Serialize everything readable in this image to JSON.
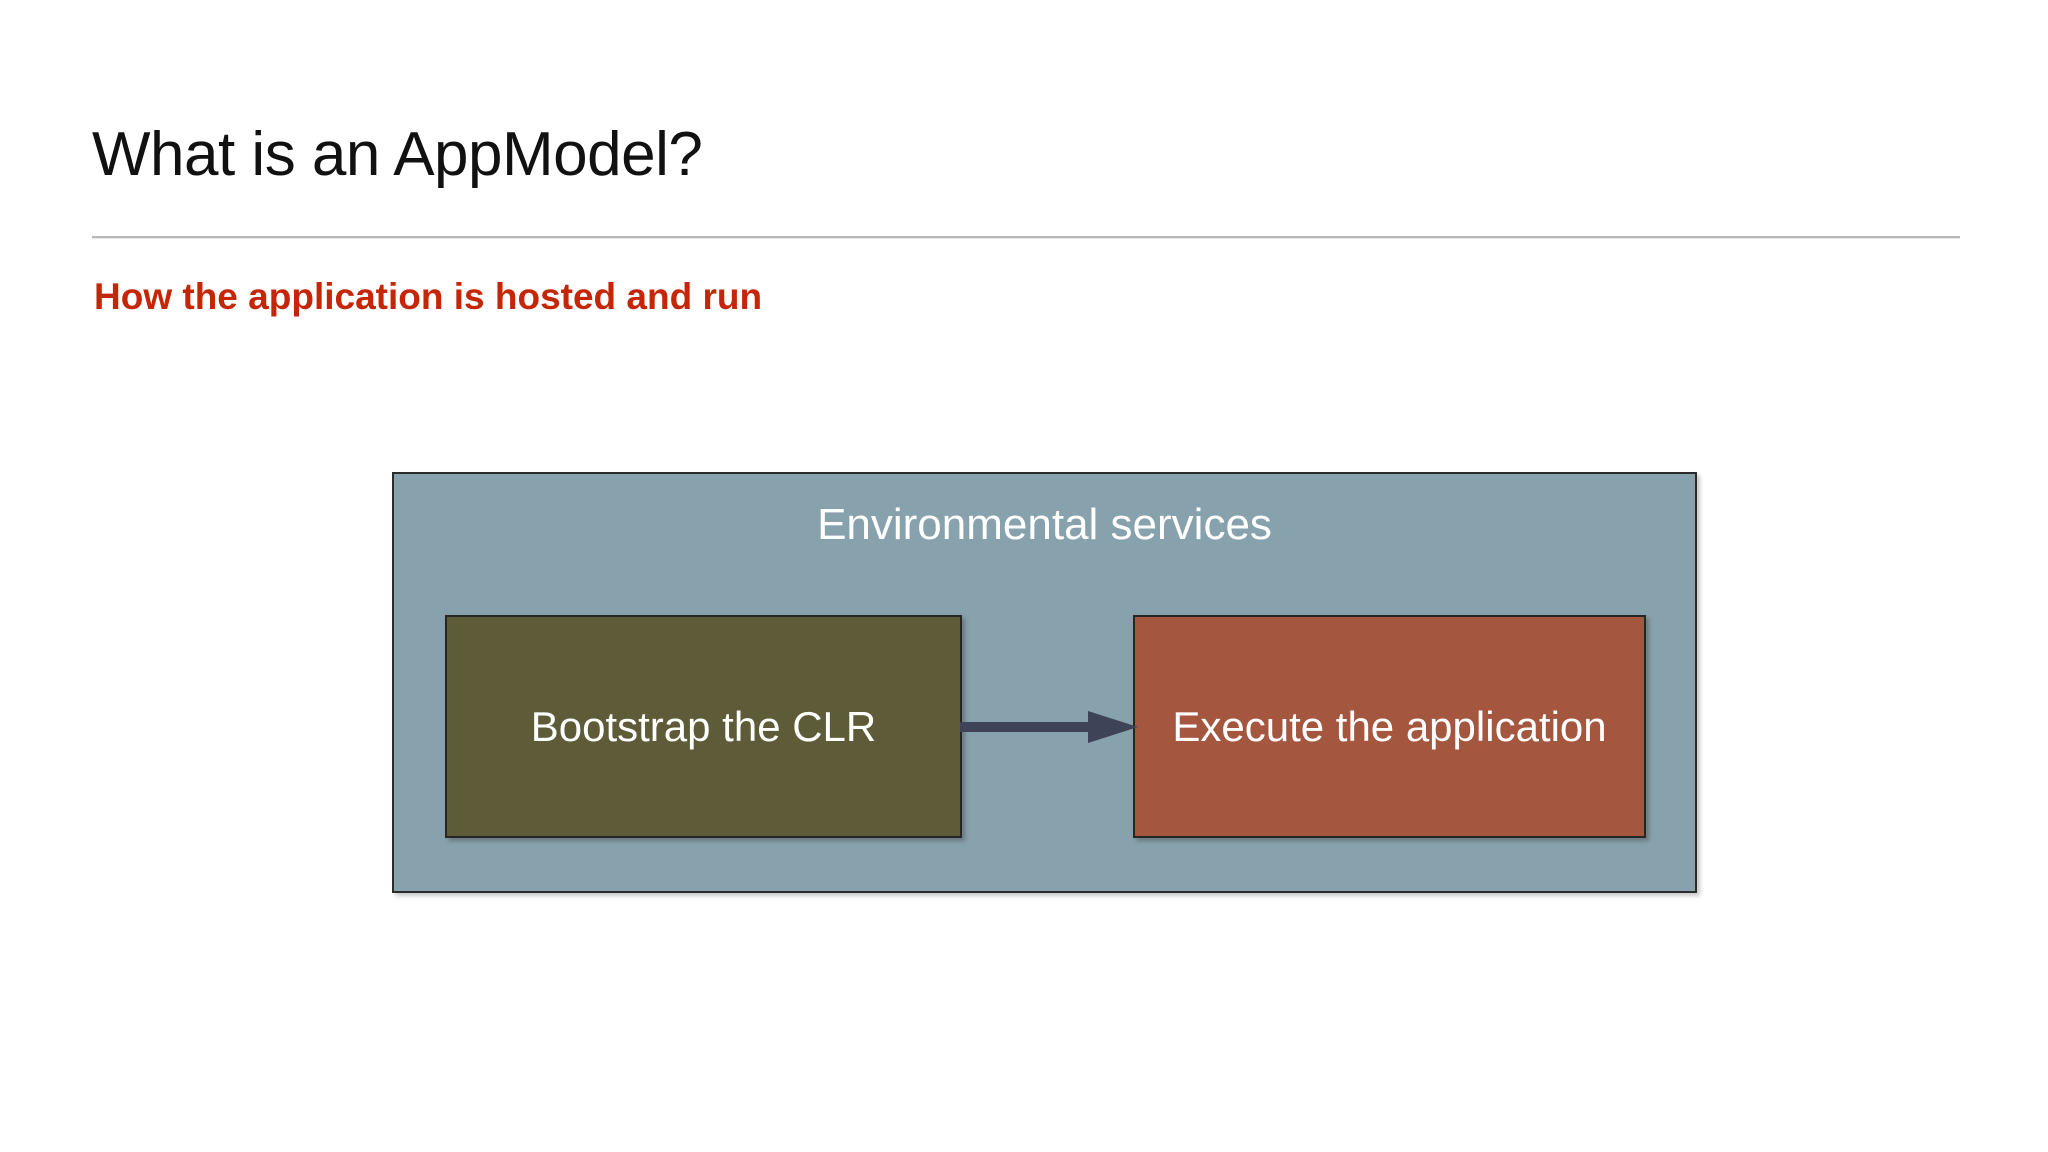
{
  "slide": {
    "title": "What is an AppModel?",
    "subtitle": "How the application is hosted and run",
    "title_color": "#111111",
    "subtitle_color": "#c62608",
    "background": "#ffffff"
  },
  "diagram": {
    "type": "flow",
    "container": {
      "label": "Environmental services",
      "fill": "#87a2ad",
      "border": "#2b2b2b",
      "label_color": "#ffffff"
    },
    "steps": [
      {
        "label": "Bootstrap the CLR",
        "fill": "#5e5c38",
        "border": "#262626",
        "text_color": "#ffffff"
      },
      {
        "label": "Execute the application",
        "fill": "#a5563f",
        "border": "#262626",
        "text_color": "#ffffff"
      }
    ],
    "connector": {
      "name": "arrow-right",
      "from": "Bootstrap the CLR",
      "to": "Execute the application",
      "color": "#3e4358"
    }
  }
}
